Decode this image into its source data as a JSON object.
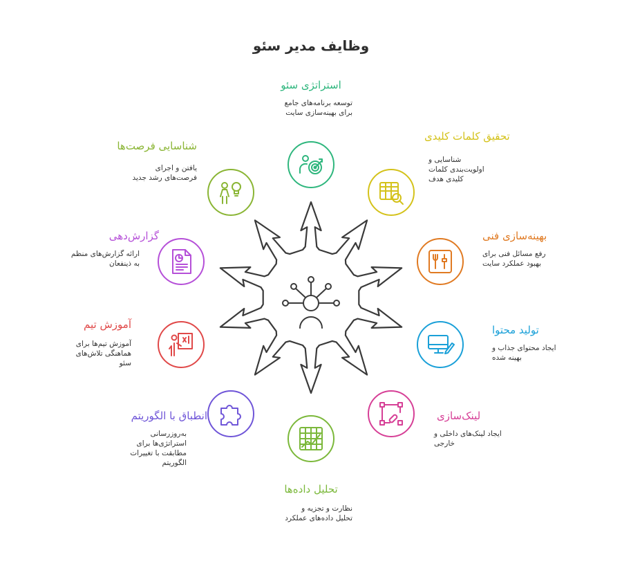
{
  "title": "وظایف مدیر سئو",
  "nodes": [
    {
      "id": "strategy",
      "title": "استراتژی سئو",
      "desc": "توسعه برنامه‌های جامع\nبرای بهینه‌سازی سایت",
      "color": "#2eb67d",
      "icon": "target-person-icon"
    },
    {
      "id": "keywords",
      "title": "تحقیق کلمات کلیدی",
      "desc": "شناسایی و\nاولویت‌بندی کلمات\nکلیدی هدف",
      "color": "#d4c21a",
      "icon": "table-search-icon"
    },
    {
      "id": "technical",
      "title": "بهینه‌سازی فنی",
      "desc": "رفع مسائل فنی برای\nبهبود عملکرد سایت",
      "color": "#e07a22",
      "icon": "tools-icon"
    },
    {
      "id": "content",
      "title": "تولید محتوا",
      "desc": "ایجاد محتوای جذاب و\nبهینه شده",
      "color": "#1aa0d8",
      "icon": "monitor-pen-icon"
    },
    {
      "id": "links",
      "title": "لینک‌سازی",
      "desc": "ایجاد لینک‌های داخلی و\nخارجی",
      "color": "#d63f96",
      "icon": "link-nodes-icon"
    },
    {
      "id": "analytics",
      "title": "تحلیل داده‌ها",
      "desc": "نظارت و تجزیه و\nتحلیل داده‌های عملکرد",
      "color": "#7bb83a",
      "icon": "chart-grid-icon"
    },
    {
      "id": "algorithm",
      "title": "انطباق با الگوریتم",
      "desc": "به‌روزرسانی\nاستراتژی‌ها برای\nمطابقت با تغییرات\nالگوریتم",
      "color": "#6f55d8",
      "icon": "puzzle-icon"
    },
    {
      "id": "training",
      "title": "آموزش تیم",
      "desc": "آموزش تیم‌ها برای\nهماهنگی تلاش‌های\nسئو",
      "color": "#e04848",
      "icon": "teacher-board-icon"
    },
    {
      "id": "reporting",
      "title": "گزارش‌دهی",
      "desc": "ارائه گزارش‌های منظم\nبه ذینفعان",
      "color": "#b54fd8",
      "icon": "report-icon"
    },
    {
      "id": "opportunities",
      "title": "شناسایی فرصت‌ها",
      "desc": "یافتن و اجرای\nفرصت‌های رشد جدید",
      "color": "#8ab534",
      "icon": "person-bulb-icon"
    }
  ],
  "center": {
    "icon": "manager-network-icon",
    "stroke": "#3a3a3a"
  }
}
